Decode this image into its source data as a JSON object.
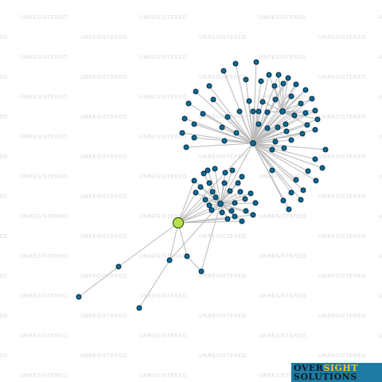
{
  "watermark": "UNREGISTERED",
  "logo": {
    "line1_a": "OVER",
    "line1_b": "SIGHT",
    "line2": "SOLUTIONS"
  },
  "colors": {
    "focus_node": "#b6e04a",
    "node": "#0b6c9a",
    "edge": "#b9b9b9",
    "logo_bg": "#1d7aa2",
    "logo_accent": "#f5c518"
  },
  "graph": {
    "focus_node": "focus",
    "nodes": [
      "focus",
      "hub1",
      "hub2",
      "hub3",
      "c1",
      "c2",
      "c3",
      "c4",
      "c5",
      "l1",
      "l2",
      "l3",
      "l4",
      "l5",
      "l6",
      "l7",
      "l8",
      "l9",
      "l10",
      "l11",
      "l12",
      "l13",
      "l14",
      "l15",
      "l16",
      "l17",
      "l18",
      "l19",
      "l20",
      "l21",
      "l22",
      "l23",
      "l24",
      "l25",
      "l26",
      "l27",
      "l28",
      "l29",
      "l30",
      "l31",
      "l32",
      "l33",
      "l34",
      "l35",
      "l36",
      "l37",
      "l38",
      "l39",
      "l40",
      "l41",
      "l42",
      "l43",
      "l44",
      "l45",
      "l46",
      "l47",
      "l48",
      "l49",
      "l50",
      "l51",
      "l52",
      "l53",
      "l54",
      "m1",
      "m2",
      "m3",
      "m4",
      "m5",
      "m6",
      "m7",
      "m8",
      "m9",
      "m10",
      "m11",
      "m12",
      "m13",
      "m14",
      "m15",
      "m16",
      "m17",
      "m18",
      "m19",
      "m20",
      "m21",
      "m22",
      "m23",
      "m24",
      "m25",
      "m26",
      "m27",
      "m28",
      "m29",
      "m30"
    ],
    "edges": []
  }
}
